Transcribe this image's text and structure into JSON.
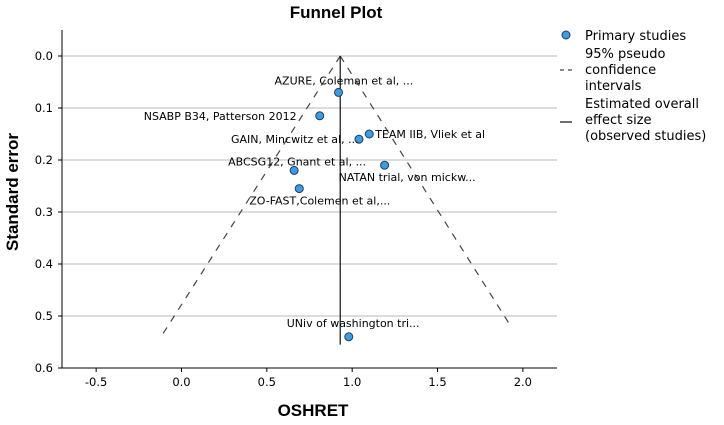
{
  "chart_data": {
    "type": "scatter",
    "title": "Funnel Plot",
    "xlabel": "OSHRET",
    "ylabel": "Standard error",
    "xlim": [
      -0.7,
      2.2
    ],
    "ylim": [
      0.6,
      -0.05
    ],
    "y_inverted": true,
    "x_ticks": [
      -0.5,
      0.0,
      0.5,
      1.0,
      1.5,
      2.0
    ],
    "x_tick_labels": [
      "-0.5",
      "0.0",
      "0.5",
      "1.0",
      "1.5",
      "2.0"
    ],
    "y_ticks": [
      0.0,
      0.1,
      0.2,
      0.3,
      0.4,
      0.5,
      0.6
    ],
    "y_tick_labels": [
      "0.0",
      "0.1",
      "0.2",
      "0.3",
      "0.4",
      "0.5",
      "0.6"
    ],
    "grid": "horizontal",
    "legend_position": "right",
    "estimated_effect": 0.93,
    "pseudo_ci": {
      "apex": [
        0.93,
        0.0
      ],
      "left_end": [
        -0.12,
        0.54
      ],
      "right_end": [
        1.93,
        0.52
      ]
    },
    "series": [
      {
        "name": "Primary studies",
        "color": "#3d9be0",
        "points": [
          {
            "label": "AZURE, Coleman et al, ...",
            "x": 0.92,
            "y": 0.07
          },
          {
            "label": "NSABP B34, Patterson 2012",
            "x": 0.81,
            "y": 0.115
          },
          {
            "label": "GAIN, Mincwitz et al, ...",
            "x": 1.04,
            "y": 0.16
          },
          {
            "label": "TEAM IIB, Vliek et al",
            "x": 1.1,
            "y": 0.15
          },
          {
            "label": "ABCSG12, Gnant et al, ...",
            "x": 0.66,
            "y": 0.22
          },
          {
            "label": "NATAN trial, von mickw...",
            "x": 1.19,
            "y": 0.21
          },
          {
            "label": "ZO-FAST,Colemen et al,...",
            "x": 0.69,
            "y": 0.255
          },
          {
            "label": "UNiv of washington tri...",
            "x": 0.98,
            "y": 0.54
          }
        ]
      }
    ],
    "legend": [
      {
        "kind": "marker",
        "lines": [
          "Primary studies"
        ]
      },
      {
        "kind": "dashed",
        "lines": [
          "95% pseudo",
          "confidence",
          "intervals"
        ]
      },
      {
        "kind": "solid",
        "lines": [
          "Estimated overall",
          "effect size",
          "(observed studies)"
        ]
      }
    ]
  }
}
